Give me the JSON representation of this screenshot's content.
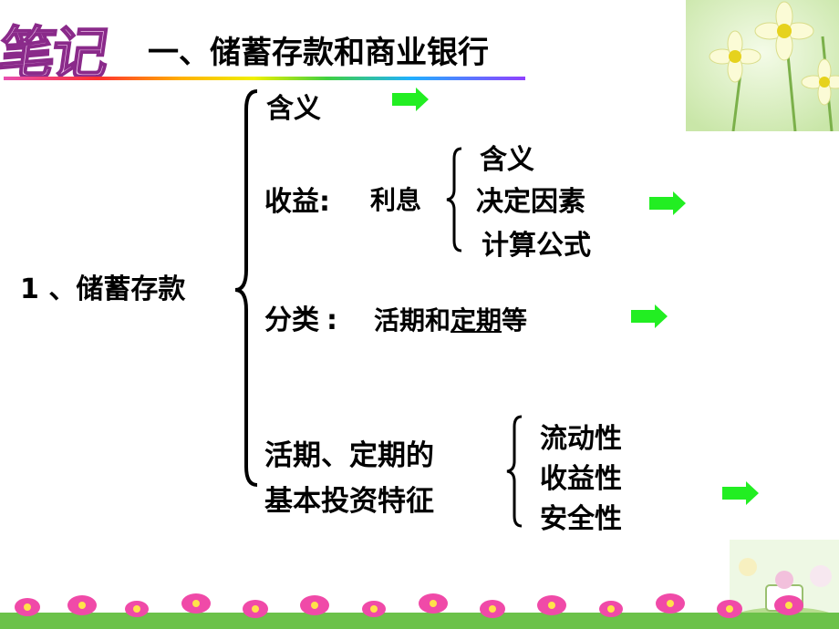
{
  "logo_text": "笔记",
  "title": "一、储蓄存款和商业银行",
  "main_item": "1 、储蓄存款",
  "branches": {
    "meaning": "含义",
    "income_label": "收益",
    "income_colon": ":",
    "income_value": "利息",
    "income_sub": [
      "含义",
      "决定因素",
      "计算公式"
    ],
    "category_label": "分类",
    "category_colon": ":",
    "category_text_a": "活期和",
    "category_text_b": "定期",
    "category_text_c": "等",
    "features_line1": "活期、定期的",
    "features_line2": "基本投资特征",
    "features_sub": [
      "流动性",
      "收益性",
      "安全性"
    ]
  },
  "colors": {
    "arrow": "#22ee22",
    "brace": "#000000"
  },
  "icons": [
    "arrow-right-icon",
    "brace-icon",
    "daffodil-flower-image",
    "flower-border-image"
  ]
}
